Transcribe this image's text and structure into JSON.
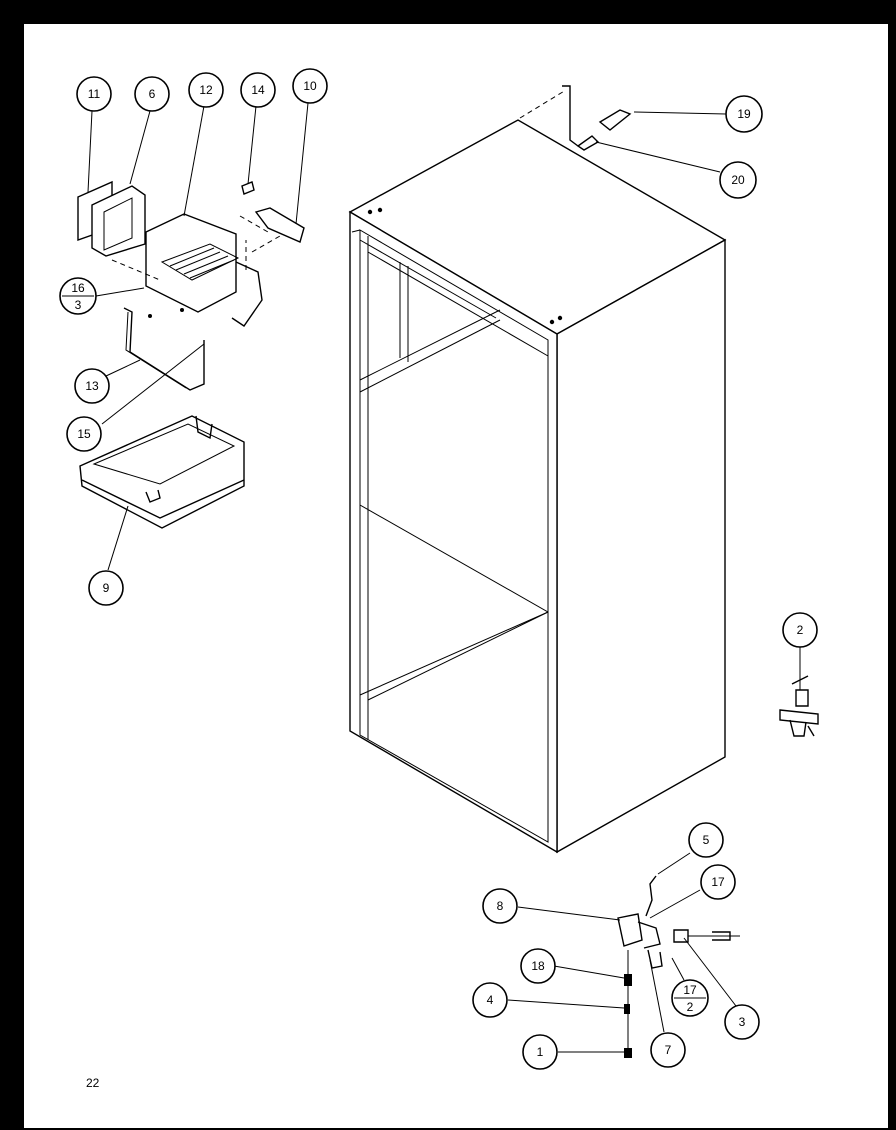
{
  "page_number": "22",
  "callouts": [
    {
      "id": "11",
      "label": "11"
    },
    {
      "id": "6",
      "label": "6"
    },
    {
      "id": "12",
      "label": "12"
    },
    {
      "id": "14",
      "label": "14"
    },
    {
      "id": "10",
      "label": "10"
    },
    {
      "id": "19",
      "label": "19"
    },
    {
      "id": "20",
      "label": "20"
    },
    {
      "id": "16-3-top",
      "label": "16"
    },
    {
      "id": "16-3-bottom",
      "label": "3"
    },
    {
      "id": "13",
      "label": "13"
    },
    {
      "id": "15",
      "label": "15"
    },
    {
      "id": "9",
      "label": "9"
    },
    {
      "id": "2",
      "label": "2"
    },
    {
      "id": "5",
      "label": "5"
    },
    {
      "id": "17",
      "label": "17"
    },
    {
      "id": "8",
      "label": "8"
    },
    {
      "id": "18",
      "label": "18"
    },
    {
      "id": "4",
      "label": "4"
    },
    {
      "id": "1",
      "label": "1"
    },
    {
      "id": "7",
      "label": "7"
    },
    {
      "id": "3",
      "label": "3"
    },
    {
      "id": "17-2-top",
      "label": "17"
    },
    {
      "id": "17-2-bottom",
      "label": "2"
    }
  ]
}
